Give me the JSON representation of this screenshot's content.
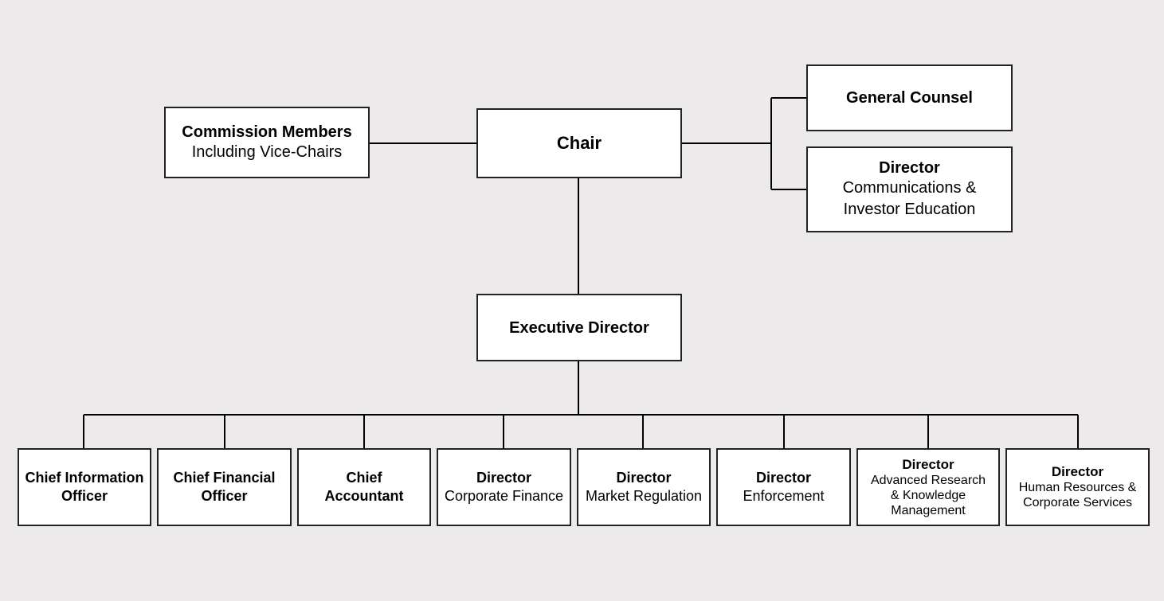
{
  "commission": {
    "title": "Commission Members",
    "subtitle": "Including Vice-Chairs"
  },
  "chair": {
    "title": "Chair"
  },
  "general_counsel": {
    "title": "General Counsel"
  },
  "director_communications": {
    "title": "Director",
    "subtitle_line1": "Communications &",
    "subtitle_line2": "Investor Education"
  },
  "executive_director": {
    "title": "Executive Director"
  },
  "bottom_row": {
    "cio": {
      "line1": "Chief Information",
      "line2": "Officer"
    },
    "cfo": {
      "line1": "Chief Financial",
      "line2": "Officer"
    },
    "chief_accountant": {
      "line1": "Chief",
      "line2": "Accountant"
    },
    "corporate_finance": {
      "title": "Director",
      "subtitle": "Corporate Finance"
    },
    "market_regulation": {
      "title": "Director",
      "subtitle": "Market Regulation"
    },
    "enforcement": {
      "title": "Director",
      "subtitle": "Enforcement"
    },
    "research": {
      "title": "Director",
      "line1": "Advanced Research",
      "line2": "& Knowledge",
      "line3": "Management"
    },
    "hr": {
      "title": "Director",
      "line1": "Human Resources &",
      "line2": "Corporate Services"
    }
  },
  "colors": {
    "background": "#eceaeb",
    "box": "#ffffff",
    "line": "#000000"
  }
}
